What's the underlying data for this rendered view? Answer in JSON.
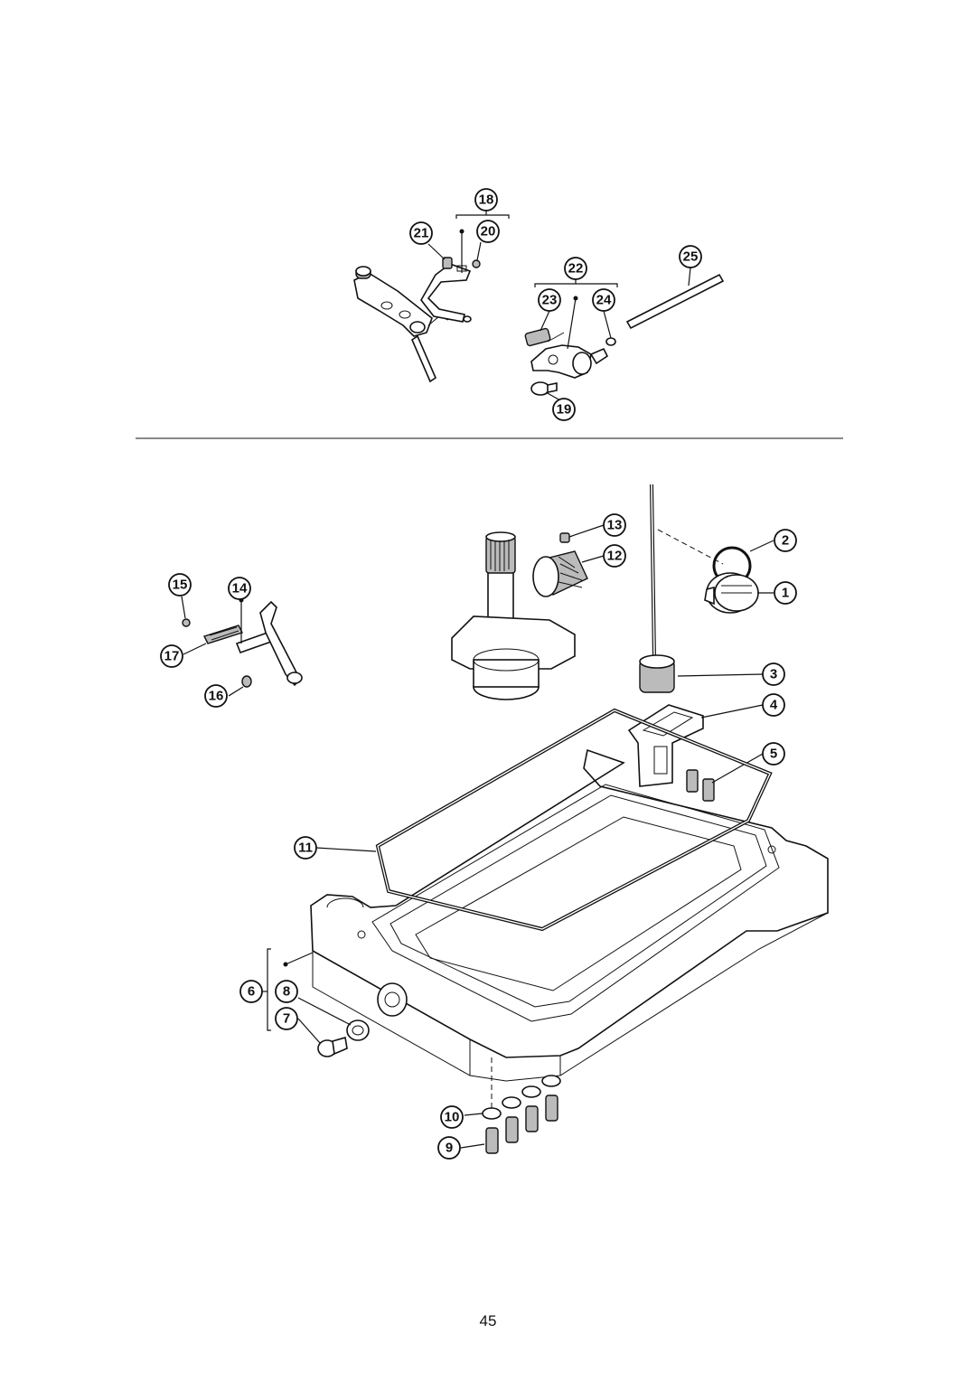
{
  "diagram": {
    "callouts": {
      "c1": "1",
      "c2": "2",
      "c3": "3",
      "c4": "4",
      "c5": "5",
      "c6": "6",
      "c7": "7",
      "c8": "8",
      "c9": "9",
      "c10": "10",
      "c11": "11",
      "c12": "12",
      "c13": "13",
      "c14": "14",
      "c15": "15",
      "c16": "16",
      "c17": "17",
      "c18": "18",
      "c19": "19",
      "c20": "20",
      "c21": "21",
      "c22": "22",
      "c23": "23",
      "c24": "24",
      "c25": "25"
    }
  },
  "page": {
    "number": "45"
  }
}
